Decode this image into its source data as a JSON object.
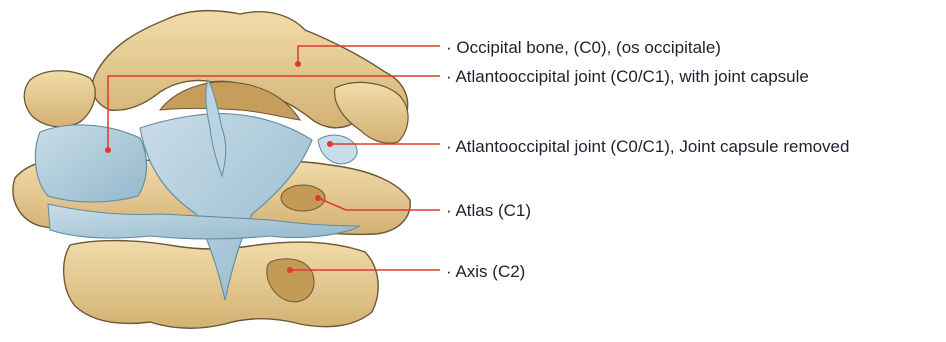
{
  "labels": [
    "· Occipital bone, (C0), (os occipitale)",
    "· Atlantooccipital joint (C0/C1), with joint capsule",
    "· Atlantooccipital joint (C0/C1), Joint capsule removed",
    "· Atlas (C1)",
    "· Axis (C2)"
  ],
  "colors": {
    "leader_line": "#e0392c",
    "bone_fill": "#e6cc96",
    "bone_shadow": "#b98e4d",
    "bone_outline": "#6d5732",
    "ligament_fill": "#aecbdb",
    "ligament_stroke": "#5f8aa3",
    "label_text": "#1f2130"
  }
}
